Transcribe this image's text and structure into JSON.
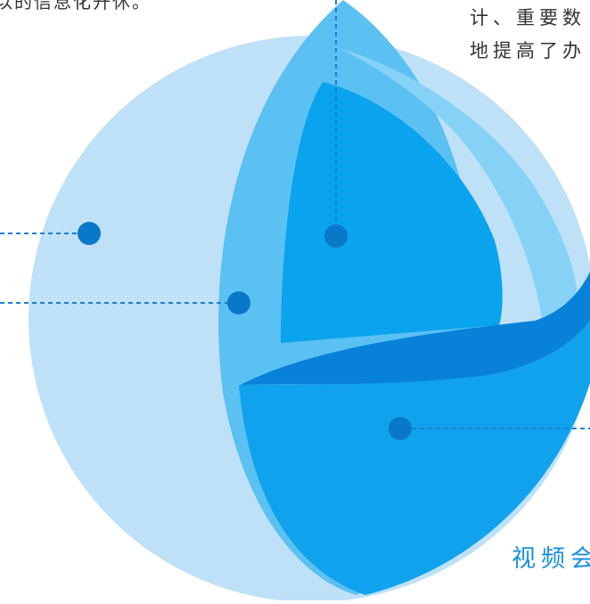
{
  "texts": {
    "top_left_fragment": "以的信息化开休。",
    "right_fragment_1": "计、重要数",
    "right_fragment_2": "地提高了办",
    "bottom_fragment": "视频会"
  },
  "colors": {
    "sphere_light": "#bfe1f8",
    "sphere_mid": "#5bc0f2",
    "core": "#0aa3ee",
    "rim_cut": "#86d2f6",
    "band": "#0882d8",
    "lower_wedge": "#10a2ec",
    "dot": "#0a78c9",
    "leader": "#1a7fd0"
  },
  "icons": {
    "marker": "filled-circle",
    "leader_line": "dashed-line"
  }
}
